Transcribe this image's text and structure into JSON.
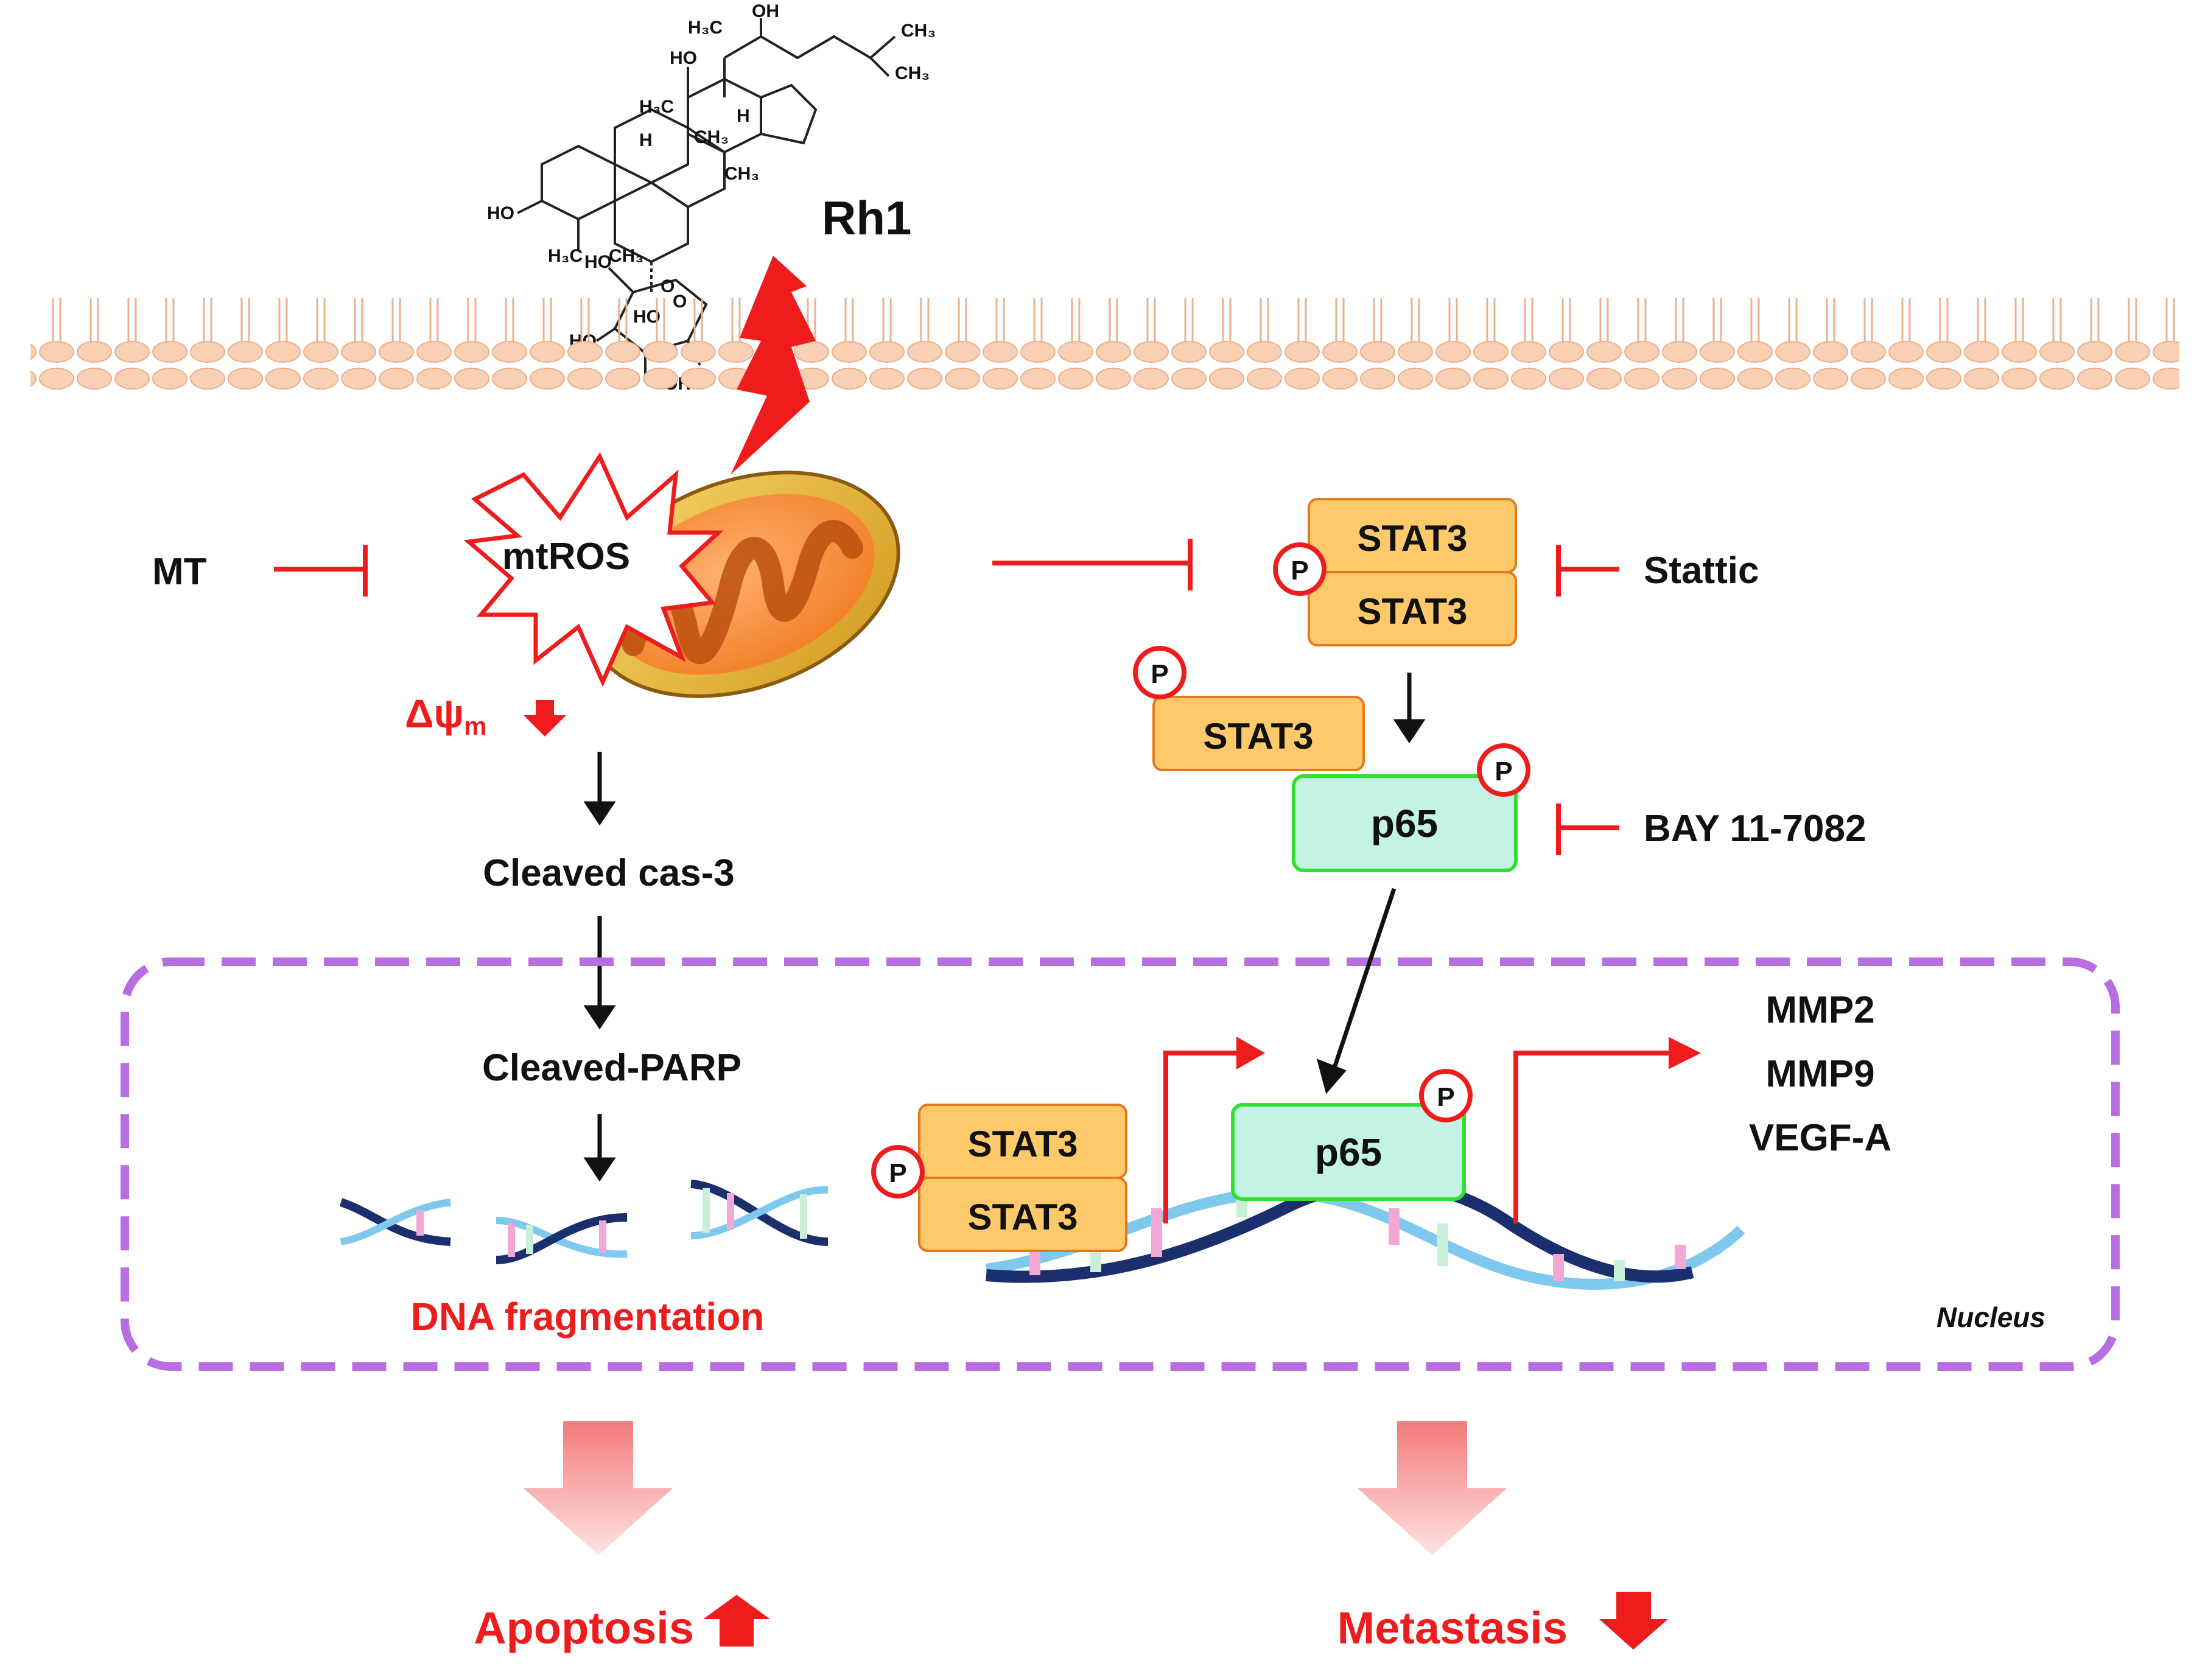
{
  "drug": {
    "name": "Rh1",
    "structure_labels": {
      "ho_top": "HO",
      "h3c_top": "H₃C",
      "ch3_a": "CH₃",
      "ch3_b": "CH₃",
      "h3c_ring": "H₃C",
      "h_ring_a": "H",
      "h_ring_b": "H",
      "ch3_ring_a": "CH₃",
      "ch3_ring_b": "CH₃",
      "ho_left": "HO",
      "ch3_low": "CH₃",
      "h3c_low": "H₃C",
      "ho_sugar_a": "HO",
      "ho_sugar_b": "HO",
      "ho_sugar_c": "HO",
      "oh_sugar": "OH",
      "oh_bottom": "OH",
      "o_link": "O",
      "o_ring": "O"
    }
  },
  "left_pathway": {
    "inhibitor": "MT",
    "ros_label": "mtROS",
    "membrane_potential": "Δψ",
    "membrane_potential_sub": "m",
    "step1": "Cleaved cas-3",
    "step2": "Cleaved-PARP",
    "outcome_text": "DNA fragmentation",
    "final": "Apoptosis"
  },
  "right_pathway": {
    "stat3_label": "STAT3",
    "phospho_label": "P",
    "p65_label": "p65",
    "inhibitor_stat3": "Stattic",
    "inhibitor_p65": "BAY  11-7082",
    "targets": [
      "MMP2",
      "MMP9",
      "VEGF-A"
    ],
    "final": "Metastasis"
  },
  "nucleus_label": "Nucleus",
  "colors": {
    "inhibit_red": "#ee1c1c",
    "text_red": "#ee1c1c",
    "stat3_fill": "#fdc96a",
    "stat3_stroke": "#e07b1e",
    "p65_fill": "#c4f3e6",
    "p65_stroke": "#30e030",
    "nucleus_border": "#b86ee0",
    "membrane": "#f7c8a8"
  }
}
